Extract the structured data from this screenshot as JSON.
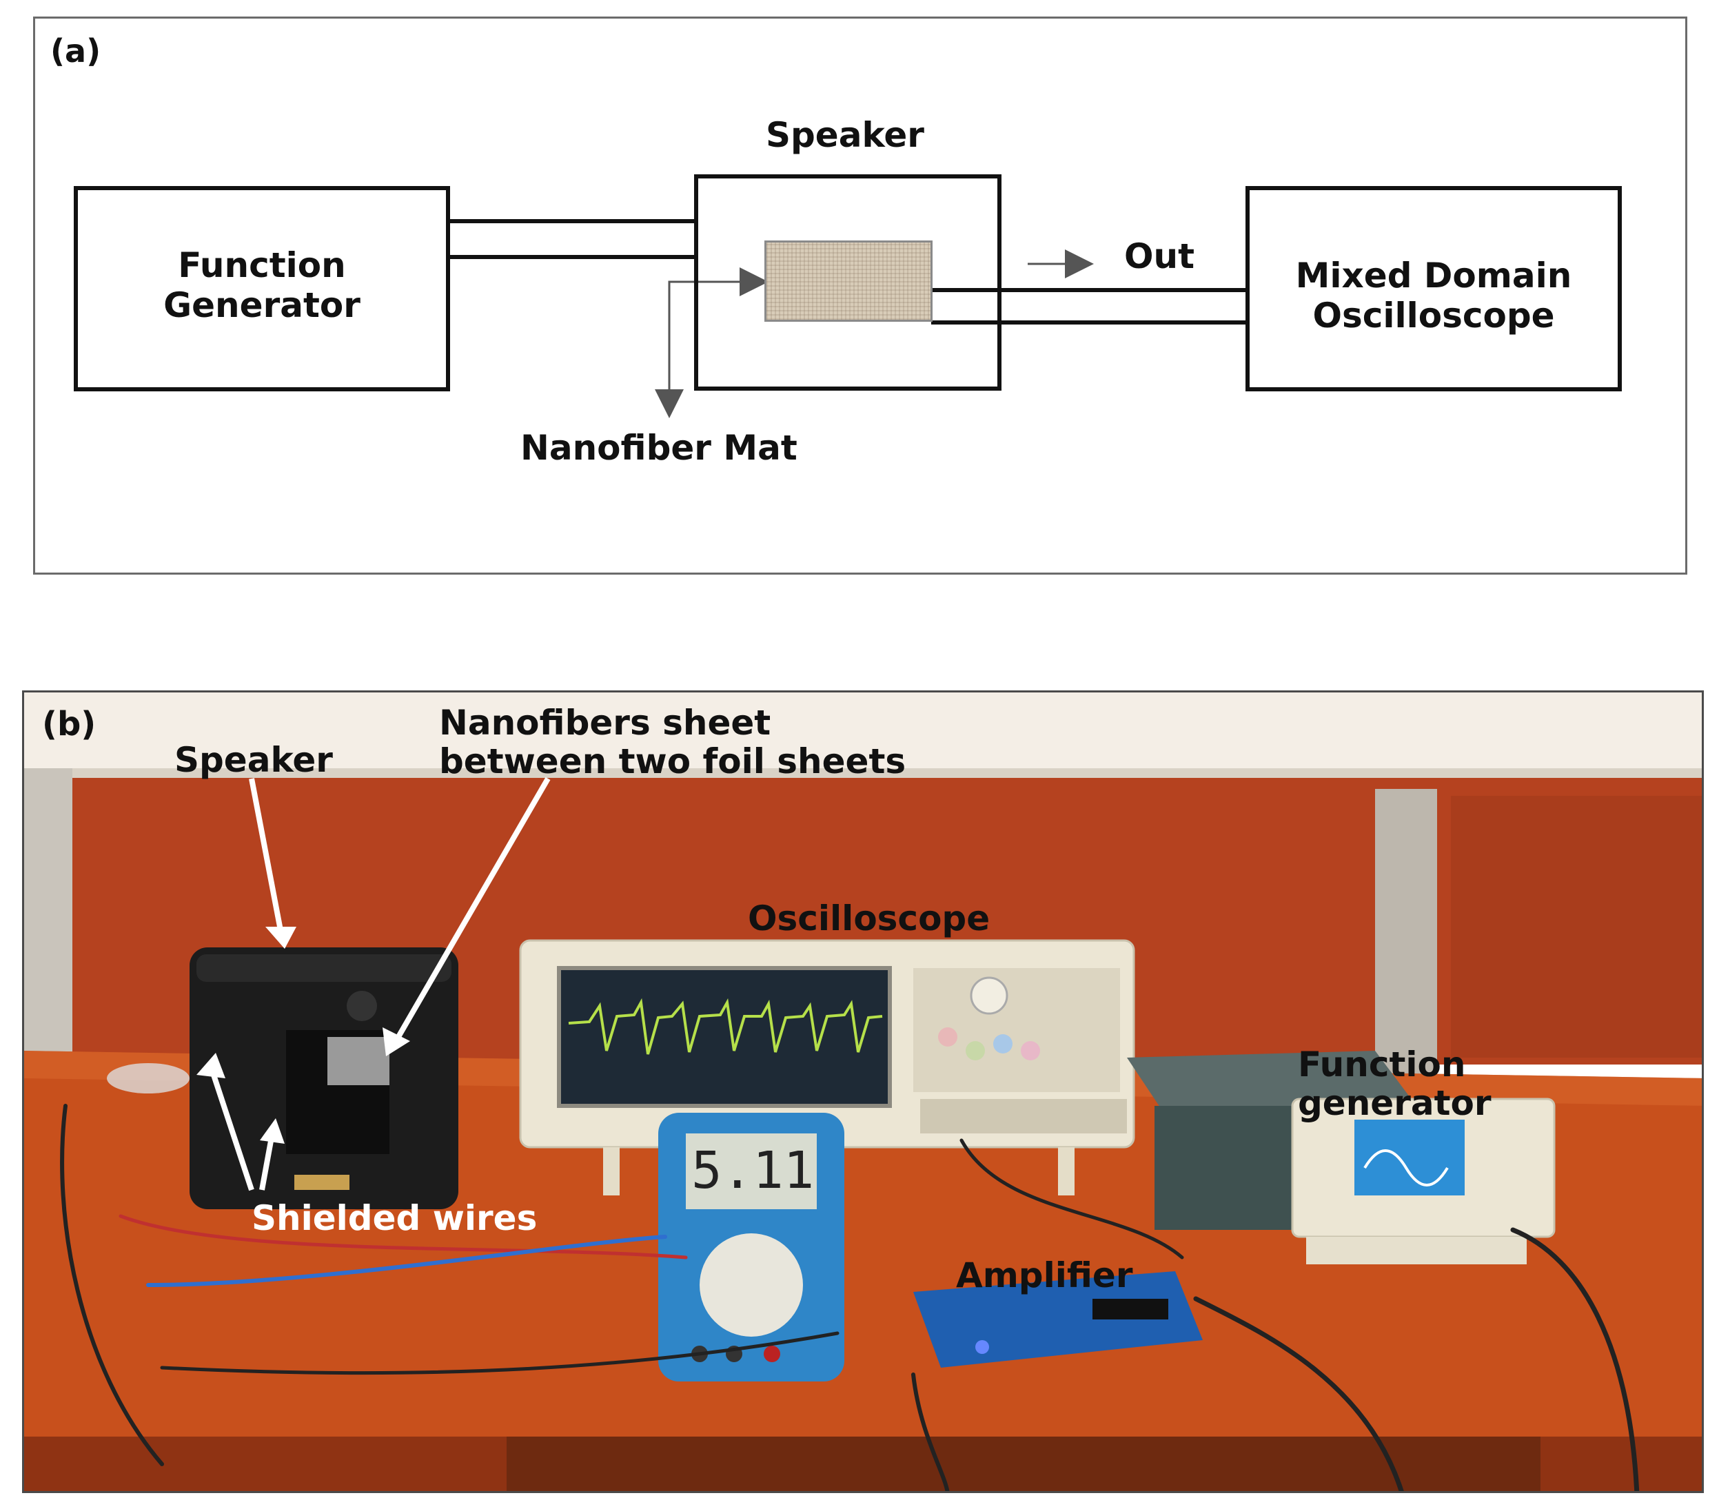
{
  "panel_a": {
    "label": "(a)",
    "speaker_title": "Speaker",
    "function_generator": [
      "Function",
      "Generator"
    ],
    "mixed_domain_oscilloscope": [
      "Mixed Domain",
      "Oscilloscope"
    ],
    "out_label": "Out",
    "nanofiber_mat_label": "Nanofiber Mat"
  },
  "panel_b": {
    "label": "(b)",
    "speaker_label": "Speaker",
    "nanofibers_sheet_label": [
      "Nanofibers sheet",
      "between two foil sheets"
    ],
    "oscilloscope_label": "Oscilloscope",
    "function_generator_label": [
      "Function",
      "generator"
    ],
    "shielded_wires_label": "Shielded wires",
    "amplifier_label": "Amplifier",
    "multimeter_reading": "5.11"
  },
  "colors": {
    "wall_red": "#b5421f",
    "desk_orange": "#c8501c",
    "speaker_black": "#1c1c1c",
    "instrument_beige": "#ece6d4",
    "scope_screen": "#1e2a36",
    "waveform_green": "#b6e04a",
    "multimeter_blue": "#2f86c8",
    "amplifier_blue": "#1f5fb0",
    "fg_screen": "#2d8fd6",
    "mat_fill": "#d8ccb8"
  }
}
